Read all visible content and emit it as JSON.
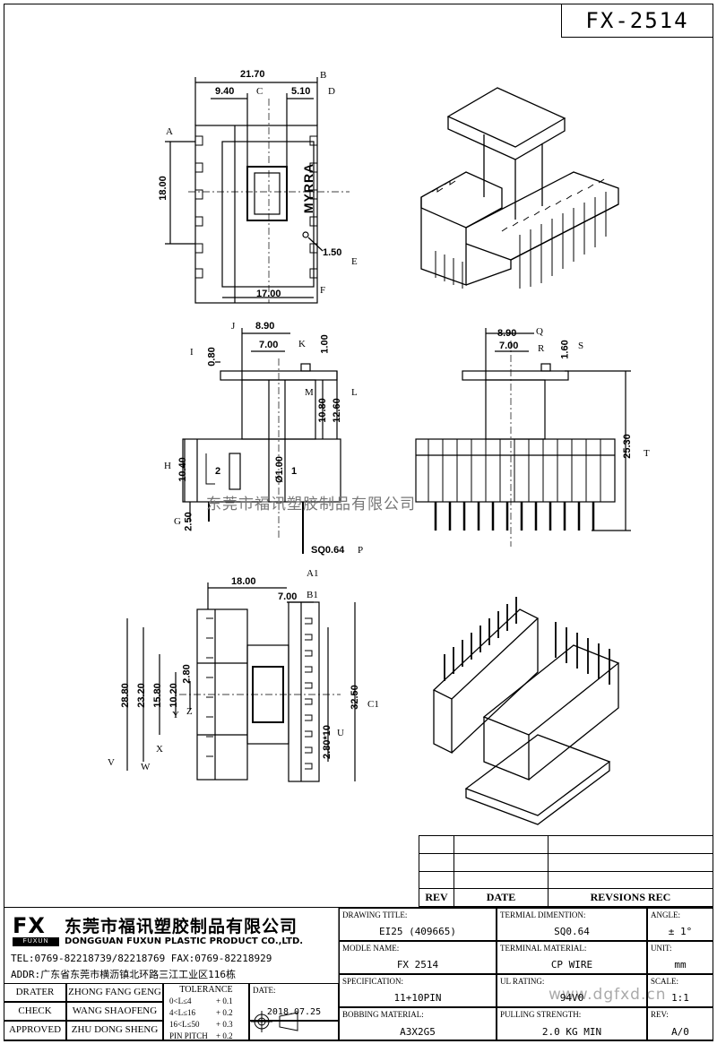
{
  "part_number": "FX-2514",
  "watermark": "东莞市福讯塑胶制品有限公司",
  "watermark_url": "www.dgfxd.cn",
  "top_view": {
    "dims": [
      "21.70",
      "9.40",
      "5.10",
      "18.00",
      "17.00",
      "1.50"
    ],
    "labels": [
      "A",
      "B",
      "C",
      "D",
      "E",
      "F"
    ],
    "marking": "MYRRA"
  },
  "side_view": {
    "dims": [
      "8.90",
      "7.00",
      "0.80",
      "1.00",
      "10.80",
      "12.60",
      "10.40",
      "2.50",
      "Ø1.00",
      "SQ0.64",
      "2",
      "1"
    ],
    "labels": [
      "I",
      "J",
      "K",
      "L",
      "M",
      "H",
      "G",
      "P"
    ]
  },
  "front_view": {
    "dims": [
      "8.90",
      "7.00",
      "1.60",
      "25.30"
    ],
    "labels": [
      "Q",
      "R",
      "S",
      "T"
    ]
  },
  "bottom_view": {
    "dims": [
      "18.00",
      "7.00",
      "28.80",
      "23.20",
      "15.80",
      "10.20",
      "2.80",
      "32.50",
      "2.80*10"
    ],
    "labels": [
      "A1",
      "B1",
      "C1",
      "U",
      "V",
      "W",
      "X",
      "Y",
      "Z"
    ]
  },
  "revision_table": {
    "col_rev": "REV",
    "col_date": "DATE",
    "col_rec": "REVSIONS REC"
  },
  "company": {
    "logo": "FX",
    "logo_sub": "FUXUN",
    "name_cn": "东莞市福讯塑胶制品有限公司",
    "name_en": "DONGGUAN FUXUN PLASTIC PRODUCT CO.,LTD.",
    "tel": "TEL:0769-82218739/82218769 FAX:0769-82218929",
    "addr": "ADDR:广东省东莞市横沥镇北环路三江工业区116栋"
  },
  "people": {
    "drater_label": "DRATER",
    "drater": "ZHONG FANG GENG",
    "check_label": "CHECK",
    "check": "WANG SHAOFENG",
    "approved_label": "APPROVED",
    "approved": "ZHU DONG SHENG"
  },
  "tolerance": {
    "title": "TOLERANCE",
    "rows": [
      {
        "range": "0<L≤4",
        "value": "+ 0.1"
      },
      {
        "range": "4<L≤16",
        "value": "+ 0.2"
      },
      {
        "range": "16<L≤50",
        "value": "+ 0.3"
      },
      {
        "range": "PIN PITCH",
        "value": "+ 0.2"
      }
    ]
  },
  "date_label": "DATE:",
  "date": "2018.07.25",
  "fields": {
    "drawing_title_label": "DRAWING TITLE:",
    "drawing_title": "EI25 (409665)",
    "model_label": "MODLE NAME:",
    "model": "FX 2514",
    "spec_label": "SPECIFICATION:",
    "spec": "11+10PIN",
    "bobbing_label": "BOBBING MATERIAL:",
    "bobbing": "A3X2G5",
    "term_dim_label": "TERMIAL DIMENTION:",
    "term_dim": "SQ0.64",
    "term_mat_label": "TERMINAL MATERIAL:",
    "term_mat": "CP WIRE",
    "ul_label": "UL RATING:",
    "ul": "94V0",
    "pull_label": "PULLING STRENGTH:",
    "pull": "2.0 KG MIN",
    "angle_label": "ANGLE:",
    "angle": "± 1°",
    "unit_label": "UNIT:",
    "unit": "mm",
    "scale_label": "SCALE:",
    "scale": "1:1",
    "rev_label": "REV:",
    "rev": "A/0"
  }
}
